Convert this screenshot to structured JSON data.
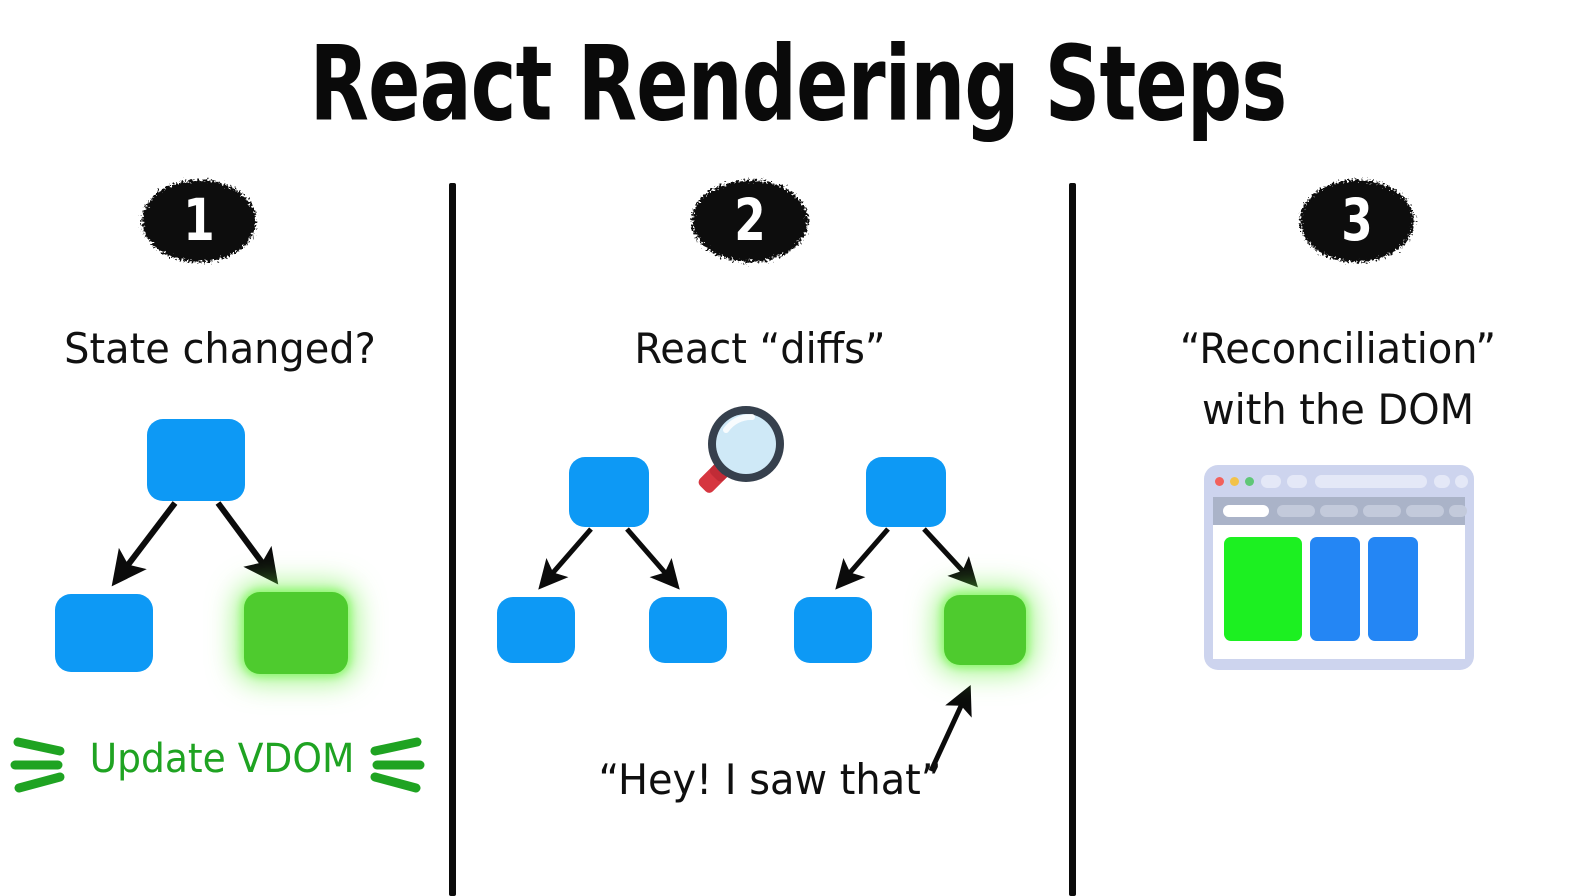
{
  "page": {
    "title": "React Rendering Steps",
    "background_color": "#ffffff"
  },
  "colors": {
    "node_blue": "#0d99f5",
    "node_green": "#4ecb2e",
    "accent_green_text": "#1fa322",
    "ink_black": "#0b0b0b",
    "browser_frame": "#cdd4ee",
    "browser_toolbar": "#aab3c8",
    "panel_green": "#1cf021",
    "panel_blue": "#2486f4"
  },
  "columns": [
    {
      "step_number": "1",
      "heading": "State changed?",
      "caption": "Update VDOM",
      "nodes": [
        {
          "name": "root",
          "color": "blue"
        },
        {
          "name": "leaf-left",
          "color": "blue"
        },
        {
          "name": "leaf-right",
          "color": "green"
        }
      ]
    },
    {
      "step_number": "2",
      "heading": "React “diffs”",
      "caption": "“Hey! I saw that”",
      "icon": "magnifying-glass-icon",
      "trees": [
        {
          "name": "previous-tree",
          "nodes": [
            {
              "name": "root",
              "color": "blue"
            },
            {
              "name": "leaf-left",
              "color": "blue"
            },
            {
              "name": "leaf-right",
              "color": "blue"
            }
          ]
        },
        {
          "name": "next-tree",
          "nodes": [
            {
              "name": "root",
              "color": "blue"
            },
            {
              "name": "leaf-left",
              "color": "blue"
            },
            {
              "name": "leaf-right",
              "color": "green"
            }
          ]
        }
      ]
    },
    {
      "step_number": "3",
      "heading_line_1": "“Reconciliation”",
      "heading_line_2": "with the DOM",
      "browser": {
        "traffic_lights": [
          "red",
          "yellow",
          "green"
        ],
        "panels": [
          {
            "name": "updated-panel",
            "color": "green"
          },
          {
            "name": "panel-2",
            "color": "blue"
          },
          {
            "name": "panel-3",
            "color": "blue"
          }
        ]
      }
    }
  ]
}
